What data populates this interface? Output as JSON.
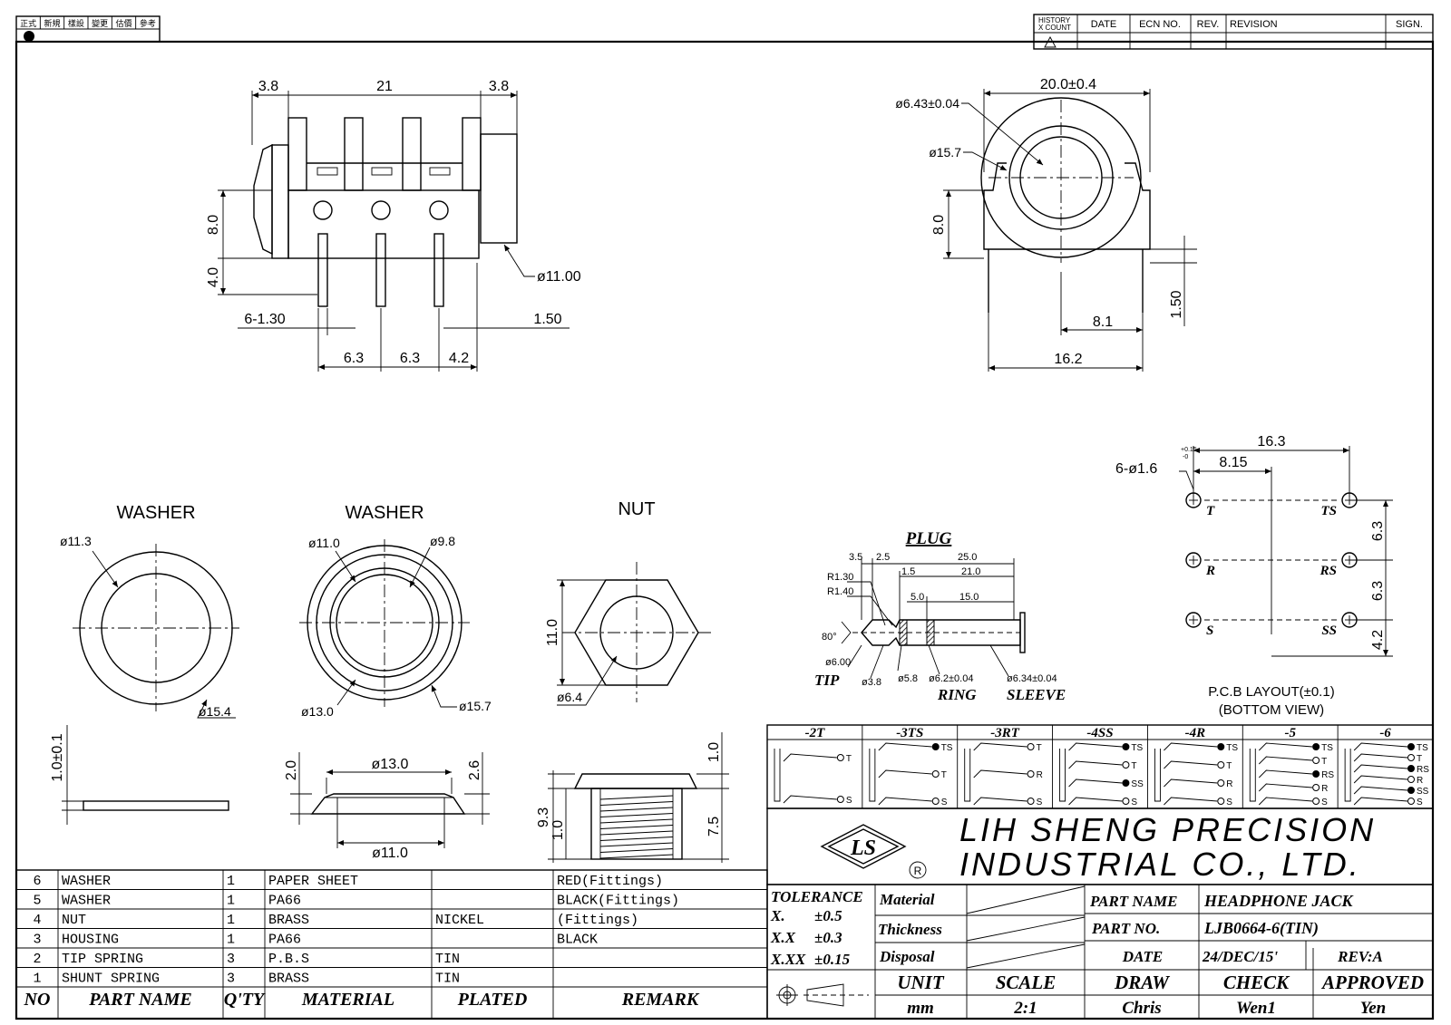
{
  "stamp_header": [
    "正式",
    "新規",
    "樣設",
    "變更",
    "估價",
    "參考"
  ],
  "revision_header": {
    "history": "HISTORY",
    "count": "X COUNT",
    "date": "DATE",
    "ecn": "ECN NO.",
    "rev": "REV.",
    "revision": "REVISION",
    "sign": "SIGN."
  },
  "side_view": {
    "d1": "3.8",
    "d2": "21",
    "d3": "3.8",
    "h1": "8.0",
    "h2": "4.0",
    "pins": "6-1.30",
    "p1": "6.3",
    "p2": "6.3",
    "p3": "4.2",
    "right": "1.50",
    "dia": "ø11.00"
  },
  "front_view": {
    "width": "20.0±0.4",
    "bore": "ø6.43±0.04",
    "outer": "ø15.7",
    "h": "8.0",
    "pin": "1.50",
    "half": "8.1",
    "base": "16.2"
  },
  "washer1": {
    "title": "WASHER",
    "inner": "ø11.3",
    "outer": "ø15.4",
    "thick": "1.0±0.1"
  },
  "washer2": {
    "title": "WASHER",
    "d1": "ø11.0",
    "d2": "ø9.8",
    "d3": "ø13.0",
    "d4": "ø15.7",
    "top": "ø13.0",
    "bottom": "ø11.0",
    "h1": "2.0",
    "h2": "2.6"
  },
  "nut": {
    "title": "NUT",
    "across": "11.0",
    "bore": "ø6.4",
    "h_top": "1.0",
    "h_total": "9.3",
    "h_mid": "1.0",
    "h_thread": "7.5"
  },
  "plug": {
    "title": "PLUG",
    "d1": "3.5",
    "d2": "2.5",
    "d3": "25.0",
    "r1": "R1.30",
    "r2": "R1.40",
    "d4": "1.5",
    "d5": "21.0",
    "d6": "5.0",
    "d7": "15.0",
    "angle": "80°",
    "tipdia": "ø6.00",
    "tip": "TIP",
    "d38": "ø3.8",
    "d58": "ø5.8",
    "d62": "ø6.2±0.04",
    "d634": "ø6.34±0.04",
    "ring": "RING",
    "sleeve": "SLEEVE"
  },
  "pcb": {
    "holes": "6-ø1.6",
    "tol_plus": "+0.15",
    "tol_minus": "-0",
    "w": "16.3",
    "half": "8.15",
    "v1": "6.3",
    "v2": "6.3",
    "v3": "4.2",
    "labels": [
      "T",
      "TS",
      "R",
      "RS",
      "S",
      "SS"
    ],
    "caption1": "P.C.B LAYOUT(±0.1)",
    "caption2": "(BOTTOM VIEW)"
  },
  "variants": [
    {
      "name": "-2T",
      "pins": [
        "T",
        "S"
      ]
    },
    {
      "name": "-3TS",
      "pins": [
        "TS",
        "T",
        "S"
      ]
    },
    {
      "name": "-3RT",
      "pins": [
        "T",
        "R",
        "S"
      ]
    },
    {
      "name": "-4SS",
      "pins": [
        "TS",
        "T",
        "SS",
        "S"
      ]
    },
    {
      "name": "-4R",
      "pins": [
        "TS",
        "T",
        "R",
        "S"
      ]
    },
    {
      "name": "-5",
      "pins": [
        "TS",
        "T",
        "RS",
        "R",
        "S"
      ]
    },
    {
      "name": "-6",
      "pins": [
        "TS",
        "T",
        "RS",
        "R",
        "SS",
        "S"
      ]
    }
  ],
  "company": {
    "line1": "LIH SHENG PRECISION",
    "line2": "INDUSTRIAL CO., LTD.",
    "logo": "LS",
    "reg": "R"
  },
  "title_block": {
    "tolerance": "TOLERANCE",
    "tol_x": "X.",
    "tol_x_val": "±0.5",
    "tol_xx": "X.X",
    "tol_xx_val": "±0.3",
    "tol_xxx": "X.XX",
    "tol_xxx_val": "±0.15",
    "material": "Material",
    "thickness": "Thickness",
    "disposal": "Disposal",
    "part_name_label": "PART NAME",
    "part_name": "HEADPHONE JACK",
    "part_no_label": "PART NO.",
    "part_no": "LJB0664-6(TIN)",
    "date_label": "DATE",
    "date": "24/DEC/15'",
    "rev": "REV:A",
    "unit_label": "UNIT",
    "unit": "mm",
    "scale_label": "SCALE",
    "scale": "2:1",
    "draw_label": "DRAW",
    "draw": "Chris",
    "check_label": "CHECK",
    "check": "Wen1",
    "approved_label": "APPROVED",
    "approved": "Yen"
  },
  "bom": {
    "headers": [
      "NO",
      "PART NAME",
      "Q'TY",
      "MATERIAL",
      "PLATED",
      "REMARK"
    ],
    "rows": [
      [
        "6",
        "WASHER",
        "1",
        "PAPER SHEET",
        "",
        "RED(Fittings)"
      ],
      [
        "5",
        "WASHER",
        "1",
        "PA66",
        "",
        "BLACK(Fittings)"
      ],
      [
        "4",
        "NUT",
        "1",
        "BRASS",
        "NICKEL",
        "(Fittings)"
      ],
      [
        "3",
        "HOUSING",
        "1",
        "PA66",
        "",
        "BLACK"
      ],
      [
        "2",
        "TIP SPRING",
        "3",
        "P.B.S",
        "TIN",
        ""
      ],
      [
        "1",
        "SHUNT SPRING",
        "3",
        "BRASS",
        "TIN",
        ""
      ]
    ]
  }
}
